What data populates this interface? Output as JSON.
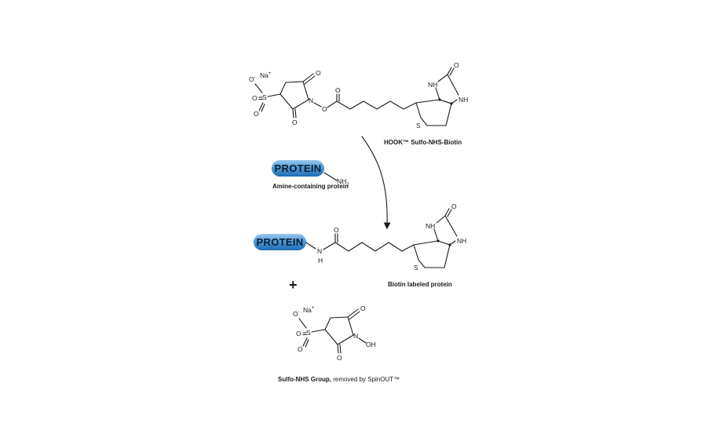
{
  "reagent": {
    "name": "HOOK™ Sulfo-NHS-Biotin",
    "counterion": "Na",
    "counterion_charge": "+",
    "charge_minus": "-",
    "atoms": {
      "oxygen": "O",
      "nitrogen": "N",
      "sulfur": "S",
      "amide_h": "NH"
    }
  },
  "protein_input": {
    "pill_label": "PROTEIN",
    "group": "NH",
    "group_sub": "2",
    "caption": "Amine-containing protein"
  },
  "product": {
    "pill_label": "PROTEIN",
    "caption": "Biotin labeled protein",
    "atoms": {
      "nitrogen": "N",
      "hydrogen": "H"
    }
  },
  "operator": "+",
  "byproduct": {
    "hydroxyl": "OH",
    "caption_bold": "Sulfo-NHS Group,",
    "caption_rest": " removed by SpinOUT™"
  },
  "colors": {
    "pill_light": "#7fb6e2",
    "pill_dark": "#1f6fb4",
    "ink": "#1a1a1a"
  }
}
